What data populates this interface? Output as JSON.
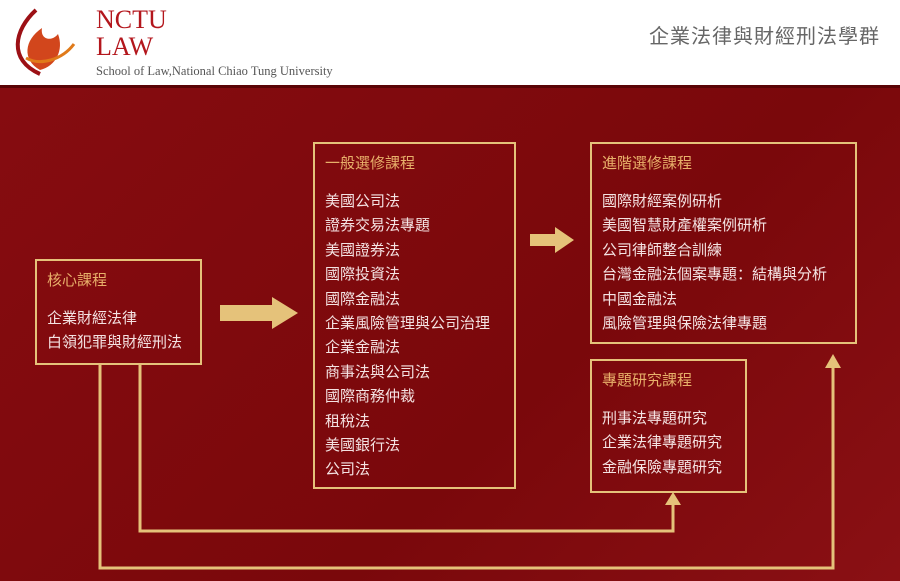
{
  "header": {
    "logo_line1": "NCTU",
    "logo_line2": "LAW",
    "logo_subtitle": "School of Law,National Chiao Tung University",
    "title": "企業法律與財經刑法學群"
  },
  "colors": {
    "background": "#800a0d",
    "border": "#e5c27a",
    "heading": "#e8b06a"
  },
  "core": {
    "title": "核心課程",
    "items": [
      "企業財經法律",
      "白領犯罪與財經刑法"
    ]
  },
  "general": {
    "title": "一般選修課程",
    "items": [
      "美國公司法",
      "證券交易法專題",
      "美國證券法",
      "國際投資法",
      "國際金融法",
      "企業風險管理與公司治理",
      "企業金融法",
      "商事法與公司法",
      "國際商務仲裁",
      "租稅法",
      "美國銀行法",
      "公司法"
    ]
  },
  "advanced": {
    "title": "進階選修課程",
    "items": [
      "國際財經案例研析",
      "美國智慧財產權案例研析",
      "公司律師整合訓練",
      "台灣金融法個案專題：結構與分析",
      "中國金融法",
      "風險管理與保險法律專題"
    ]
  },
  "research": {
    "title": "專題研究課程",
    "items": [
      "刑事法專題研究",
      "企業法律專題研究",
      "金融保險專題研究"
    ]
  }
}
